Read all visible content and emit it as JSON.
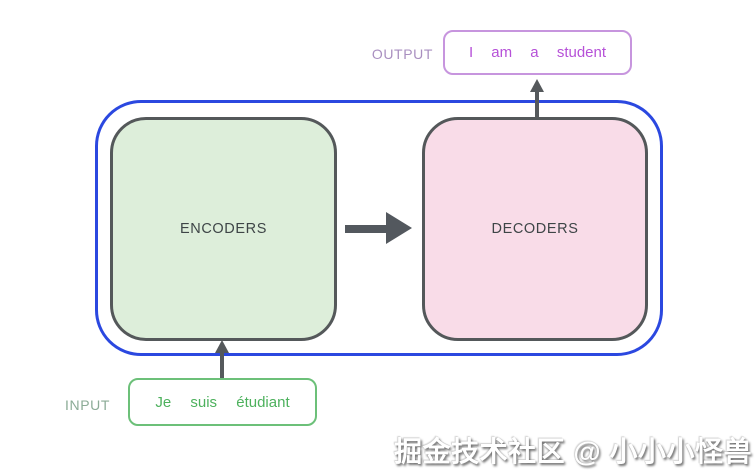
{
  "diagram": {
    "output": {
      "label": "OUTPUT",
      "sentence": "I am a student"
    },
    "encoders": {
      "label": "ENCODERS"
    },
    "decoders": {
      "label": "DECODERS"
    },
    "input": {
      "label": "INPUT",
      "sentence": "Je suis étudiant"
    },
    "watermark": "掘金技术社区 @ 小小小怪兽",
    "colors": {
      "container_border": "#2b48e0",
      "encoders_fill": "#ddeeda",
      "decoders_fill": "#f9dce8",
      "block_border": "#54585a",
      "block_text": "#3e4547",
      "arrow": "#53585e",
      "output_box_border": "#c795de",
      "output_text": "#b651d8",
      "output_label": "#a98fc0",
      "input_box_border": "#6cc079",
      "input_text": "#4db15d",
      "input_label": "#8bab96",
      "watermark_text": "#ffffff"
    }
  }
}
